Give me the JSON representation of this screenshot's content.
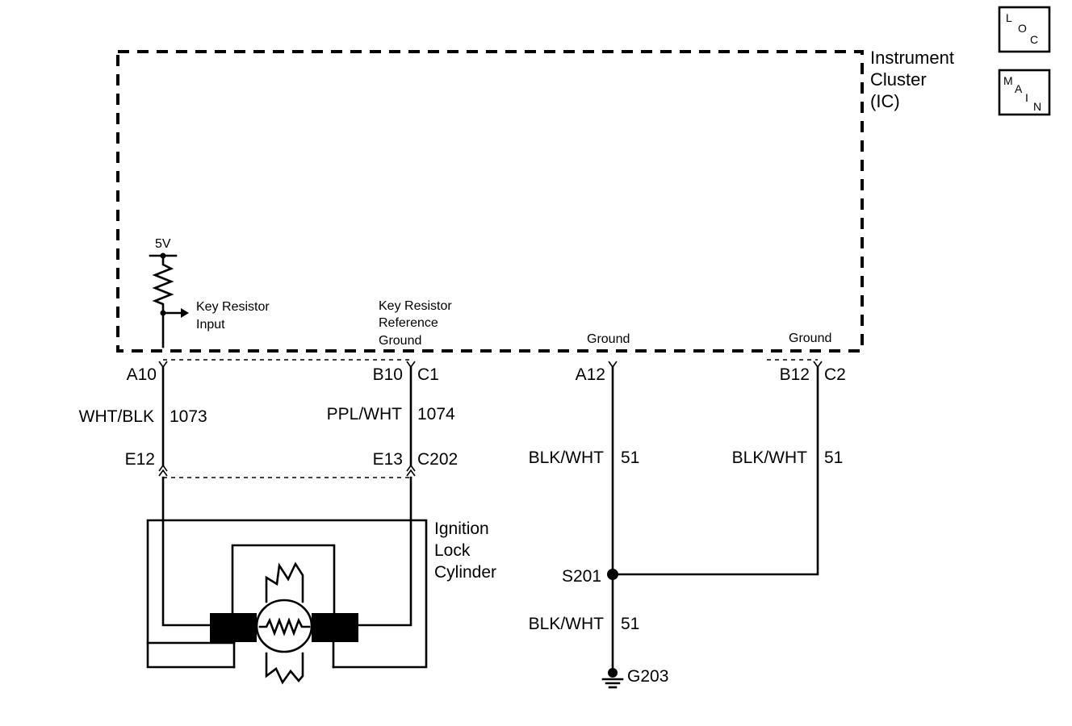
{
  "badges": {
    "loc": [
      "L",
      "O",
      "C"
    ],
    "main": [
      "M",
      "A",
      "I",
      "N"
    ]
  },
  "instrument_cluster": {
    "title_lines": [
      "Instrument",
      "Cluster",
      "(IC)"
    ],
    "supply_label": "5V",
    "key_resistor_input": [
      "Key Resistor",
      "Input"
    ],
    "key_resistor_ref_ground": [
      "Key Resistor",
      "Reference",
      "Ground"
    ],
    "ground_label_1": "Ground",
    "ground_label_2": "Ground"
  },
  "circuits": {
    "c1": {
      "pin_top": "A10",
      "color": "WHT/BLK",
      "number": "1073",
      "pin_bottom": "E12"
    },
    "c2": {
      "pin_top": "B10",
      "connector_top": "C1",
      "color": "PPL/WHT",
      "number": "1074",
      "pin_bottom": "E13",
      "connector_bottom": "C202"
    },
    "c3": {
      "pin_top": "A12",
      "color": "BLK/WHT",
      "number": "51"
    },
    "c4": {
      "pin_top": "B12",
      "connector_top": "C2",
      "color": "BLK/WHT",
      "number": "51"
    },
    "c5": {
      "color": "BLK/WHT",
      "number": "51"
    }
  },
  "splice": "S201",
  "ground_point": "G203",
  "component": {
    "lines": [
      "Ignition",
      "Lock",
      "Cylinder"
    ]
  }
}
